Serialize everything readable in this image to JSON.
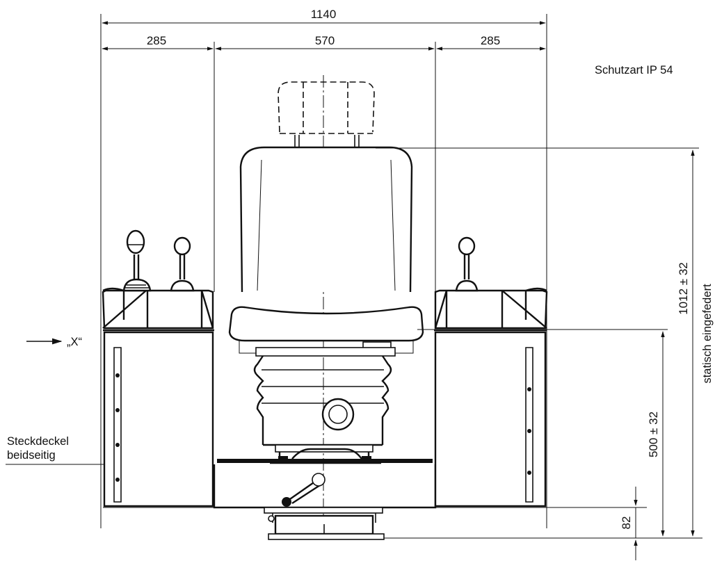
{
  "dimensions": {
    "overall_width": "1140",
    "left_width": "285",
    "center_width": "570",
    "right_width": "285",
    "total_height": "1012 ± 32",
    "seat_height": "500 ± 32",
    "base_height": "82"
  },
  "labels": {
    "protection_class": "Schutzart IP 54",
    "suspension_state": "statisch eingefedert",
    "view_marker": "„X“",
    "cover_line1": "Steckdeckel",
    "cover_line2": "beidseitig"
  }
}
